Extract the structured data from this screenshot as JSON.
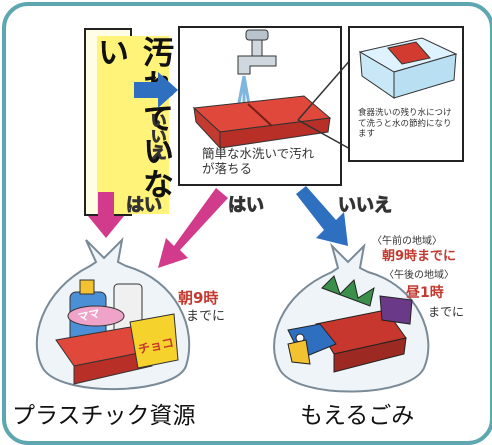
{
  "question": "汚れていない",
  "middle_arrow_label": "いいえ",
  "wash_caption": "簡単な水洗いで汚れが落ちる",
  "soak_caption": "食器洗いの残り水につけて洗うと水の節約になります",
  "branch_labels": [
    "はい",
    "はい",
    "いいえ"
  ],
  "collection_note_left": {
    "line1": "朝9時",
    "line2": "までに"
  },
  "collection_note_right": {
    "am_area": "〈午前の地域〉",
    "am_time": "朝9時までに",
    "pm_area": "〈午後の地域〉",
    "pm_time": "昼1時",
    "pm_suffix": "までに"
  },
  "product_labels": {
    "bottle": "ママ",
    "pack": "チョコ"
  },
  "bin_labels": {
    "left": "プラスチック資源",
    "right": "もえるごみ"
  },
  "colors": {
    "frame": "#5fa7b0",
    "arrow_blue": "#2f6fc0",
    "arrow_pink": "#d23a8c",
    "tray_red": "#c8372d"
  },
  "icons": [
    "faucet-icon",
    "bento-tray-icon",
    "soak-basin-icon",
    "plastic-bag-icon",
    "detergent-bottle-icon",
    "fish-icon"
  ]
}
